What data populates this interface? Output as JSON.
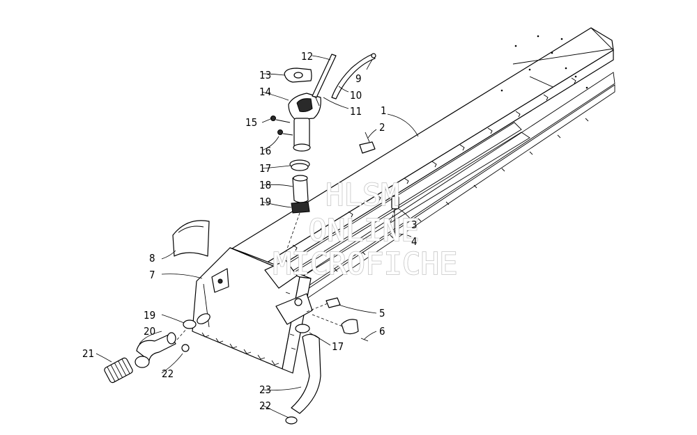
{
  "callouts": [
    "1",
    "2",
    "3",
    "4",
    "5",
    "6",
    "7",
    "8",
    "9",
    "10",
    "11",
    "12",
    "13",
    "14",
    "15",
    "16",
    "17",
    "18",
    "19",
    "20",
    "21",
    "22",
    "23"
  ],
  "watermark": {
    "line1": "HLSM",
    "line2": "ONLINE",
    "line3": "MICROFICHE"
  },
  "colors": {
    "line": "#000000",
    "watermark": "#c4c4c4",
    "background": "#ffffff"
  }
}
